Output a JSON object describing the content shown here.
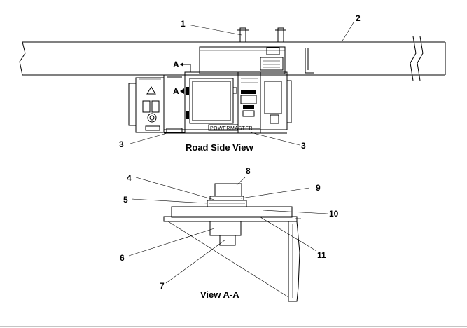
{
  "callouts": {
    "c1": "1",
    "c2": "2",
    "c3a": "3",
    "c3b": "3",
    "c4": "4",
    "c5": "5",
    "c6": "6",
    "c7": "7",
    "c8": "8",
    "c9": "9",
    "c10": "10",
    "c11": "11"
  },
  "section_marks": {
    "a_upper": "A",
    "a_lower": "A"
  },
  "captions": {
    "road_side_view": "Road Side View",
    "view_aa": "View A-A"
  },
  "branding": {
    "unit_nameplate": "POWERMASTER"
  },
  "colors": {
    "line": "#000000",
    "background": "#ffffff"
  }
}
